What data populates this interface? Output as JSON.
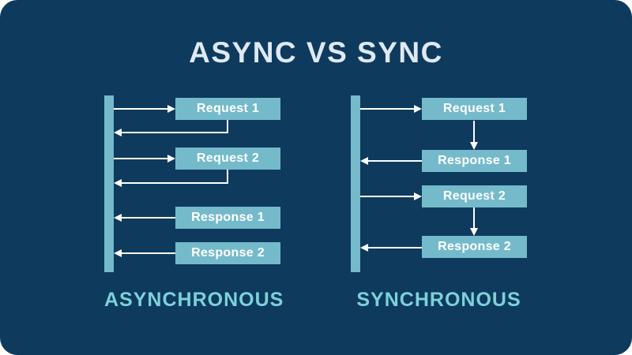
{
  "page": {
    "title": "ASYNC VS SYNC"
  },
  "colors": {
    "background": "#0e3a5e",
    "outside": "#ffffff",
    "box_fill": "#74bacb",
    "bar_fill": "#74bacb",
    "arrow": "#ffffff",
    "title_text": "#dfe9f3",
    "caption_text": "#7cd1d8",
    "box_text": "#ffffff"
  },
  "diagrams": [
    {
      "name": "asynchronous",
      "caption": "ASYNCHRONOUS",
      "boxes": [
        {
          "label": "Request 1"
        },
        {
          "label": "Request 2"
        },
        {
          "label": "Response 1"
        },
        {
          "label": "Response 2"
        }
      ]
    },
    {
      "name": "synchronous",
      "caption": "SYNCHRONOUS",
      "boxes": [
        {
          "label": "Request 1"
        },
        {
          "label": "Response 1"
        },
        {
          "label": "Request 2"
        },
        {
          "label": "Response 2"
        }
      ]
    }
  ]
}
